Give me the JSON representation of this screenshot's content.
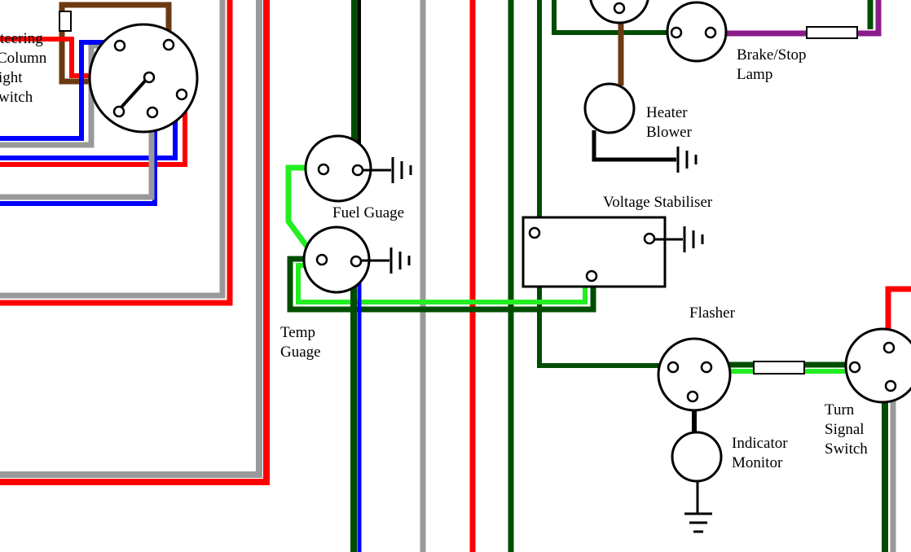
{
  "labels": {
    "steering_column_light_switch": [
      "teering",
      "Column",
      "ight",
      "witch"
    ],
    "fuel_gauge": "Fuel Guage",
    "temp_gauge": [
      "Temp",
      "Guage"
    ],
    "voltage_stabiliser": "Voltage Stabiliser",
    "brake_stop_lamp": [
      "Brake/Stop",
      "Lamp"
    ],
    "heater_blower": [
      "Heater",
      "Blower"
    ],
    "flasher": "Flasher",
    "indicator_monitor": [
      "Indicator",
      "Monitor"
    ],
    "turn_signal_switch": [
      "Turn",
      "Signal",
      "Switch"
    ]
  },
  "colors": {
    "red": "#ff0000",
    "dark_green": "#004d00",
    "light_green": "#22ee22",
    "grey": "#999999",
    "blue": "#0000ff",
    "brown": "#6b3a12",
    "black": "#000000",
    "purple": "#8b1a8b"
  }
}
